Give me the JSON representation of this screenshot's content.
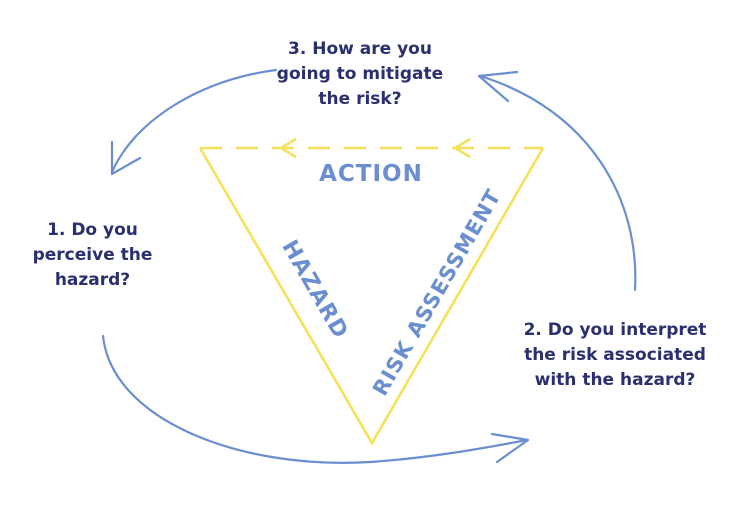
{
  "questions": {
    "perceive": [
      "1. Do you",
      "perceive the",
      "hazard?"
    ],
    "interpret": [
      "2. Do you interpret",
      "the risk associated",
      "with the hazard?"
    ],
    "mitigate": [
      "3. How are you",
      "going to mitigate",
      "the risk?"
    ]
  },
  "triangle": {
    "hazard_label": "HAZARD",
    "risk_label": "RISK ASSESSMENT",
    "action_label": "ACTION"
  },
  "colors": {
    "question_text": "#2a2f6e",
    "label_text": "#6b8ed0",
    "cycle_arrow": "#6b8ed0",
    "triangle": "#f2e35a"
  }
}
